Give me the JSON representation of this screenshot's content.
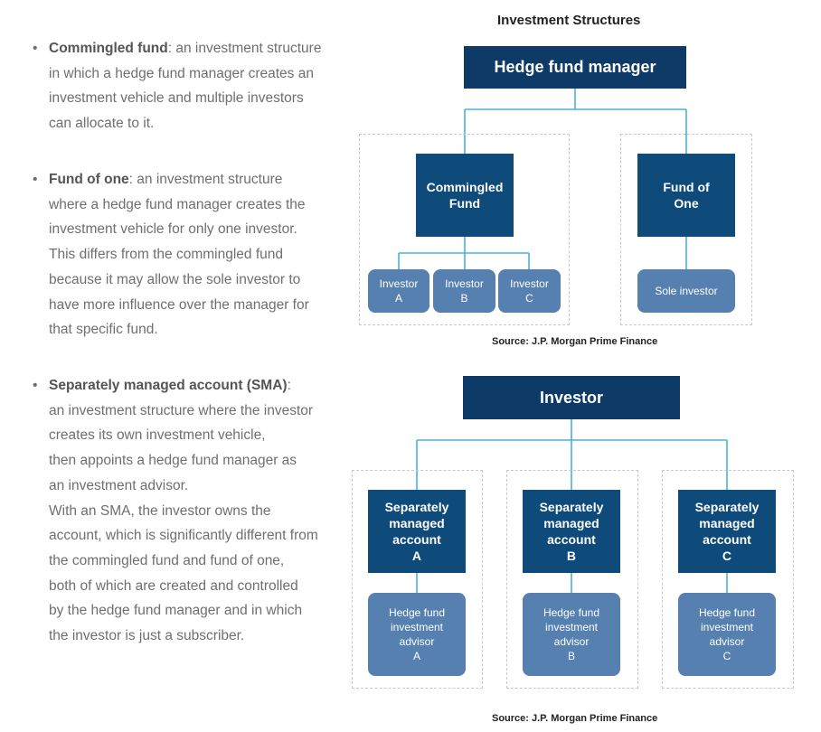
{
  "bullets": [
    {
      "term": "Commingled fund",
      "lines": [
        ": an investment structure",
        "in which a hedge fund manager creates an",
        "investment vehicle and multiple investors",
        "can allocate to it."
      ]
    },
    {
      "term": "Fund of one",
      "lines": [
        ": an investment structure",
        "where a hedge fund manager creates the",
        "investment vehicle for only one investor.",
        "This differs from the commingled fund",
        "because it may allow the sole investor to",
        "have more influence over the manager for",
        "that specific fund."
      ]
    },
    {
      "term": "Separately managed account (SMA)",
      "lines": [
        ":",
        "an investment structure where the investor",
        "creates its own investment vehicle,",
        "then appoints a hedge fund manager as",
        "an investment advisor.",
        "With an SMA, the investor owns the",
        "account, which is significantly different from",
        "the commingled fund and fund of one,",
        "both of which are created and controlled",
        "by the hedge fund manager and in which",
        "the investor is just a subscriber."
      ]
    }
  ],
  "diagram_title": "Investment Structures",
  "top": {
    "manager": "Hedge fund manager",
    "commingled": "Commingled\nFund",
    "fund_of_one": "Fund of\nOne",
    "investors": [
      "Investor\nA",
      "Investor\nB",
      "Investor\nC"
    ],
    "sole_investor": "Sole investor",
    "source": "Source: J.P. Morgan Prime Finance"
  },
  "bottom": {
    "investor": "Investor",
    "accounts": [
      "Separately\nmanaged\naccount\nA",
      "Separately\nmanaged\naccount\nB",
      "Separately\nmanaged\naccount\nC"
    ],
    "advisors": [
      "Hedge fund\ninvestment\nadvisor\nA",
      "Hedge fund\ninvestment\nadvisor\nB",
      "Hedge fund\ninvestment\nadvisor\nC"
    ],
    "source": "Source: J.P. Morgan Prime Finance"
  },
  "colors": {
    "dark_box": "#0d3a66",
    "light_box": "#5580b0",
    "connector": "#4ab3d9",
    "dashed_border": "#c8c8c8"
  }
}
